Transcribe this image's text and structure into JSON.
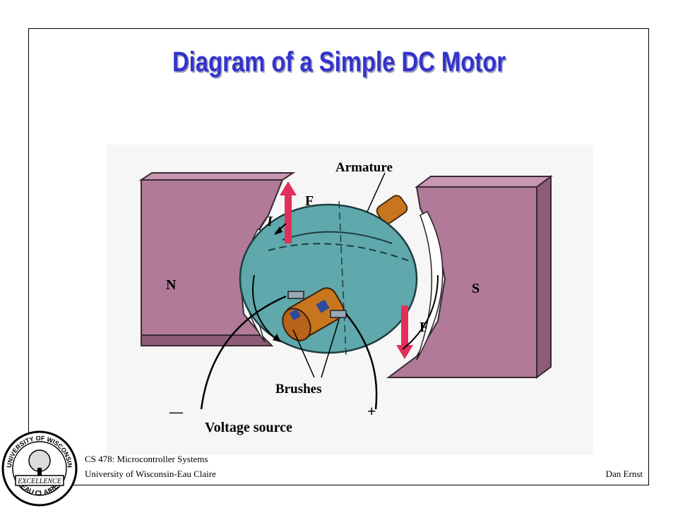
{
  "slide": {
    "title": "Diagram of a Simple DC Motor"
  },
  "diagram": {
    "labels": {
      "armature": "Armature",
      "force_top": "F",
      "force_bottom": "F",
      "current": "I",
      "north": "N",
      "south": "S",
      "brushes": "Brushes",
      "minus": "—",
      "plus": "+",
      "voltage_source": "Voltage source"
    },
    "colors": {
      "magnet": "#b07a98",
      "armature": "#5fa8ac",
      "commutator": "#c8761e",
      "force_arrow": "#e0305a"
    }
  },
  "footer": {
    "course": "CS 478: Microcontroller Systems",
    "university": "University of Wisconsin-Eau Claire",
    "author": "Dan Ernst"
  },
  "seal": {
    "top_text": "UNIVERSITY OF WISCONSIN",
    "banner_text": "EXCELLENCE",
    "bottom_text": "EAU CLAIRE"
  }
}
